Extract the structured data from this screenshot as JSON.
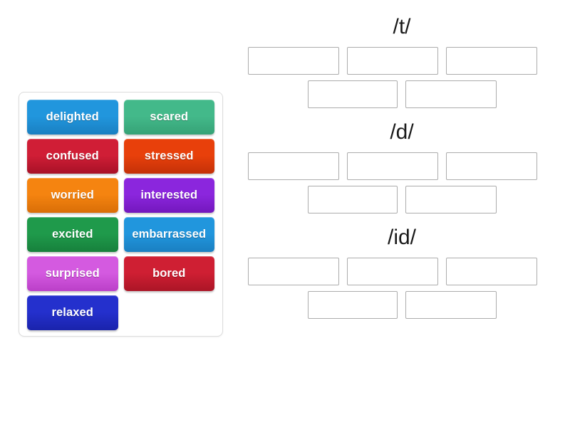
{
  "activity": {
    "type": "group-sort-drag-and-drop",
    "title": "Past tense -ed pronunciation sort"
  },
  "word_tray": {
    "tiles": [
      {
        "label": "delighted",
        "color": "#2196dd",
        "color_dark": "#1a7fc1"
      },
      {
        "label": "scared",
        "color": "#43b98a",
        "color_dark": "#36a276"
      },
      {
        "label": "confused",
        "color": "#d01e36",
        "color_dark": "#a81127"
      },
      {
        "label": "stressed",
        "color": "#e8400b",
        "color_dark": "#c43108"
      },
      {
        "label": "worried",
        "color": "#f58410",
        "color_dark": "#d96e07"
      },
      {
        "label": "interested",
        "color": "#8b26dd",
        "color_dark": "#7317bd"
      },
      {
        "label": "excited",
        "color": "#1f9a4b",
        "color_dark": "#17803c"
      },
      {
        "label": "embarrassed",
        "color": "#2196dd",
        "color_dark": "#1a7fc1"
      },
      {
        "label": "surprised",
        "color": "#d45ae0",
        "color_dark": "#bb3fc8"
      },
      {
        "label": "bored",
        "color": "#cf1f33",
        "color_dark": "#ab1526"
      },
      {
        "label": "relaxed",
        "color": "#2430cd",
        "color_dark": "#1a23ab"
      }
    ]
  },
  "groups": [
    {
      "title": "/t/",
      "rows": [
        {
          "zones": [
            "",
            "",
            ""
          ]
        },
        {
          "zones": [
            "",
            ""
          ]
        }
      ]
    },
    {
      "title": "/d/",
      "rows": [
        {
          "zones": [
            "",
            "",
            ""
          ]
        },
        {
          "zones": [
            "",
            ""
          ]
        }
      ]
    },
    {
      "title": "/id/",
      "rows": [
        {
          "zones": [
            "",
            "",
            ""
          ]
        },
        {
          "zones": [
            "",
            ""
          ]
        }
      ]
    }
  ],
  "colors": {
    "background": "#ffffff",
    "tray_border": "#dcdcdc",
    "drop_zone_border": "#acacac",
    "title_text": "#1a1a1a",
    "tile_text": "#ffffff"
  }
}
